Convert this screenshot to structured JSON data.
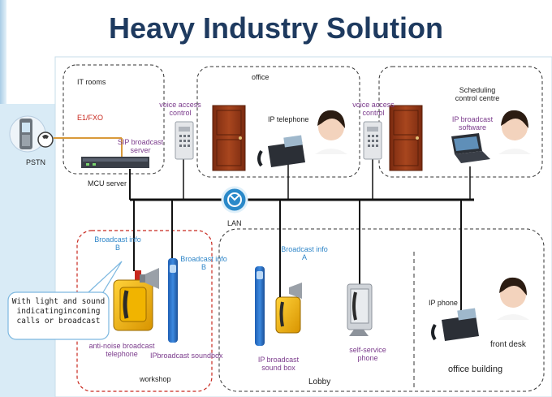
{
  "title": "Heavy Industry Solution",
  "zones": {
    "it_rooms": "IT rooms",
    "office": "office",
    "scheduling": "Scheduling\ncontrol centre",
    "workshop": "workshop",
    "lobby": "Lobby",
    "office_building": "office building"
  },
  "labels": {
    "pstn": "PSTN",
    "e1fxo": "E1/FXO",
    "sip_server": "SIP broadcast\nserver",
    "mcu_server": "MCU server",
    "voice_access_1": "voice access\ncontrol",
    "voice_access_2": "voice access\ncontrol",
    "ip_telephone": "IP telephone",
    "ip_broadcast_software": "IP broadcast\nsoftware",
    "lan": "LAN",
    "broadcast_info_b1": "Broadcast info\nB",
    "broadcast_info_b2": "Broadcast info\nB",
    "broadcast_info_a": "Broadcast info\nA",
    "anti_noise": "anti-noise broadcast\ntelephone",
    "ip_sound_box_workshop": "IPbroadcast soundbox",
    "ip_sound_box_lobby": "IP broadcast\nsound box",
    "self_service": "self-service\nphone",
    "ip_phone": "IP phone",
    "front_desk": "front desk"
  },
  "bubble": "With light and sound indicatingincoming calls or broadcast",
  "colors": {
    "title": "#1e3a5f",
    "zone_border": "#333333",
    "workshop_border": "#c8281e",
    "lan_line": "#111111",
    "purple_label": "#7b3b8c",
    "blue_label": "#2f86c8",
    "red_label": "#c8281e"
  }
}
